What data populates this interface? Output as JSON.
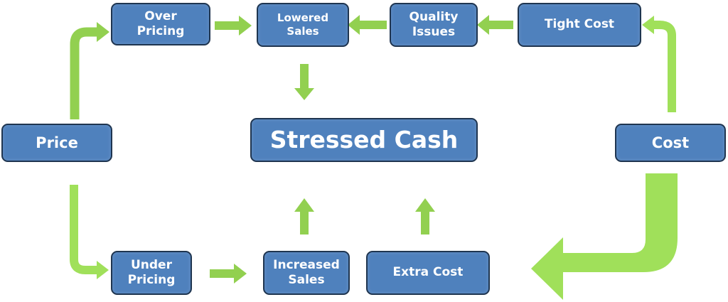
{
  "diagram": {
    "nodes": {
      "price": "Price",
      "over_pricing": "Over\nPricing",
      "lowered_sales": "Lowered\nSales",
      "quality_issues": "Quality\nIssues",
      "tight_cost": "Tight Cost",
      "cost": "Cost",
      "stressed_cash": "Stressed Cash",
      "under_pricing": "Under\nPricing",
      "increased_sales": "Increased\nSales",
      "extra_cost": "Extra Cost"
    },
    "edges": [
      {
        "from": "Price",
        "to": "Over Pricing"
      },
      {
        "from": "Over Pricing",
        "to": "Lowered Sales"
      },
      {
        "from": "Tight Cost",
        "to": "Quality Issues"
      },
      {
        "from": "Quality Issues",
        "to": "Lowered Sales"
      },
      {
        "from": "Lowered Sales",
        "to": "Stressed Cash"
      },
      {
        "from": "Cost",
        "to": "Tight Cost"
      },
      {
        "from": "Price",
        "to": "Under Pricing"
      },
      {
        "from": "Under Pricing",
        "to": "Increased Sales"
      },
      {
        "from": "Increased Sales",
        "to": "Stressed Cash"
      },
      {
        "from": "Extra Cost",
        "to": "Stressed Cash"
      },
      {
        "from": "Cost",
        "to": "Extra Cost"
      }
    ],
    "colors": {
      "box_fill": "#4f81bd",
      "box_border": "#1f3550",
      "arrow": "#92d050",
      "arrow_light": "#a0e05a"
    }
  }
}
